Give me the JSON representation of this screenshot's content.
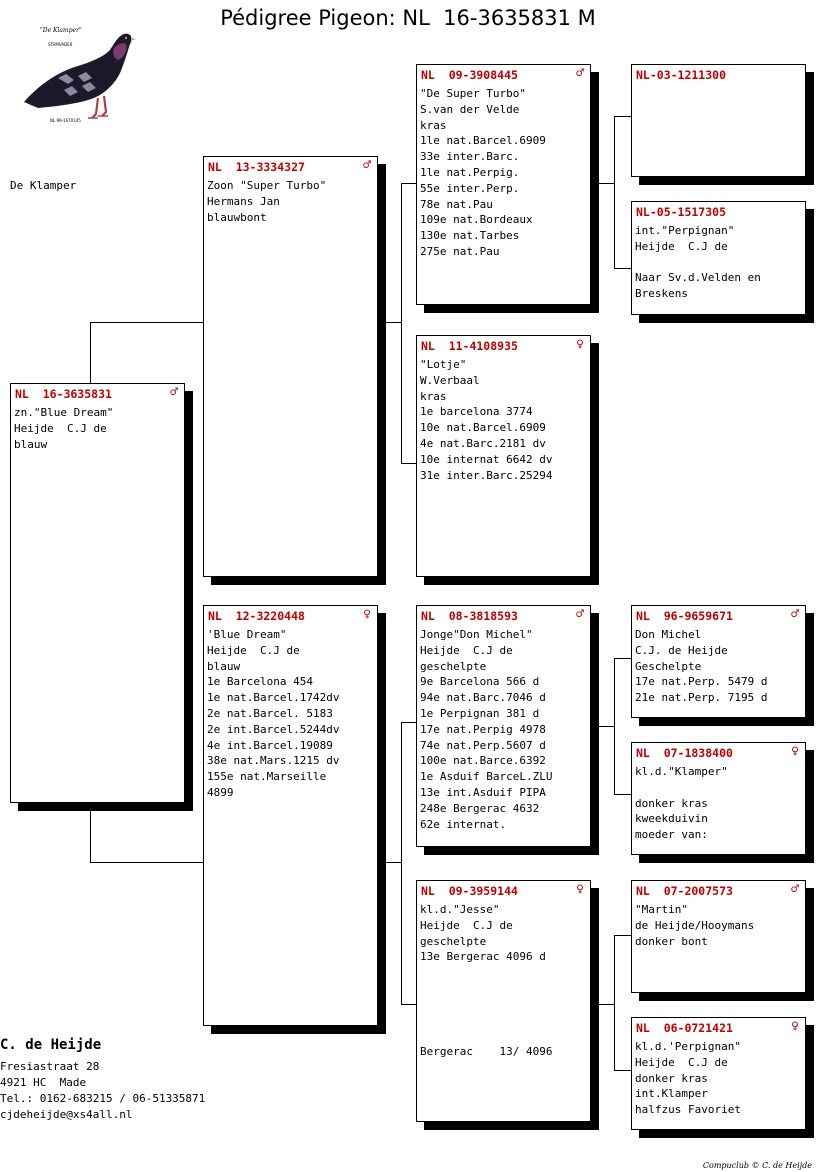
{
  "title": "Pédigree Pigeon: NL  16-3635831 M",
  "logo": {
    "name_text": "\"De Klamper\"",
    "sub_text": "STAMVADER",
    "ring_text": "NL 99-1670145"
  },
  "side_label": "De Klamper",
  "colors": {
    "header": "#c00000",
    "shadow": "#000000"
  },
  "boxes": {
    "main": {
      "ring": "NL  16-3635831",
      "sex": "♂",
      "lines": [
        "zn.\"Blue Dream\"",
        "Heijde  C.J de",
        "blauw"
      ]
    },
    "father": {
      "ring": "NL  13-3334327",
      "sex": "♂",
      "lines": [
        "Zoon \"Super Turbo\"",
        "Hermans Jan",
        "blauwbont"
      ]
    },
    "mother": {
      "ring": "NL  12-3220448",
      "sex": "♀",
      "lines": [
        "'Blue Dream\"",
        "Heijde  C.J de",
        "blauw",
        "1e Barcelona 454",
        "1e nat.Barcel.1742dv",
        "2e nat.Barcel. 5183",
        "2e int.Barcel.5244dv",
        "4e int.Barcel.19089",
        "38e nat.Mars.1215 dv",
        "155e nat.Marseille",
        "4899"
      ]
    },
    "ff": {
      "ring": "NL  09-3908445",
      "sex": "♂",
      "lines": [
        "\"De Super Turbo\"",
        "S.van der Velde",
        "kras",
        "1le nat.Barcel.6909",
        "33e inter.Barc.",
        "1le nat.Perpig.",
        "55e inter.Perp.",
        "78e nat.Pau",
        "109e nat.Bordeaux",
        "130e nat.Tarbes",
        "275e nat.Pau"
      ]
    },
    "fm": {
      "ring": "NL  11-4108935",
      "sex": "♀",
      "lines": [
        "\"Lotje\"",
        "W.Verbaal",
        "kras",
        "1e barcelona 3774",
        "10e nat.Barcel.6909",
        "4e nat.Barc.2181 dv",
        "10e internat 6642 dv",
        "31e inter.Barc.25294"
      ]
    },
    "mf": {
      "ring": "NL  08-3818593",
      "sex": "♂",
      "lines": [
        "Jonge\"Don Michel\"",
        "Heijde  C.J de",
        "geschelpte",
        "9e Barcelona 566 d",
        "94e nat.Barc.7046 d",
        "1e Perpignan 381 d",
        "17e nat.Perpig 4978",
        "74e nat.Perp.5607 d",
        "100e nat.Barce.6392",
        "1e Asduif BarceL.ZLU",
        "13e int.Asduif PIPA",
        "248e Bergerac 4632",
        "62e internat."
      ]
    },
    "mm": {
      "ring": "NL  09-3959144",
      "sex": "♀",
      "lines": [
        "kl.d.\"Jesse\"",
        "Heijde  C.J de",
        "geschelpte",
        "13e Bergerac 4096 d",
        "",
        "",
        "",
        "",
        "",
        "Bergerac    13/ 4096"
      ]
    },
    "fff": {
      "ring": "NL-03-1211300",
      "sex": "",
      "lines": []
    },
    "ffm": {
      "ring": "NL-05-1517305",
      "sex": "",
      "lines": [
        "int.\"Perpignan\"",
        "Heijde  C.J de",
        "",
        "Naar Sv.d.Velden en",
        "Breskens"
      ]
    },
    "mff": {
      "ring": "NL  96-9659671",
      "sex": "♂",
      "lines": [
        "Don Michel",
        "C.J. de Heijde",
        "Geschelpte",
        "17e nat.Perp. 5479 d",
        "21e nat.Perp. 7195 d"
      ]
    },
    "mfm": {
      "ring": "NL  07-1838400",
      "sex": "♀",
      "lines": [
        "kl.d.\"Klamper\"",
        "",
        "donker kras",
        "kweekduivin",
        "moeder van:"
      ]
    },
    "mmf": {
      "ring": "NL  07-2007573",
      "sex": "♂",
      "lines": [
        "\"Martin\"",
        "de Heijde/Hooymans",
        "donker bont"
      ]
    },
    "mmm": {
      "ring": "NL  06-0721421",
      "sex": "♀",
      "lines": [
        "kl.d.'Perpignan\"",
        "Heijde  C.J de",
        "donker kras",
        "int.Klamper",
        "halfzus Favoriet"
      ]
    }
  },
  "owner": {
    "name": "C. de Heijde",
    "street": "Fresiastraat 28",
    "city": "4921 HC  Made",
    "phone": "Tel.: 0162-683215 / 06-51335871",
    "email": "cjdeheijde@xs4all.nl"
  },
  "footer": "Compuclub © C. de Heijde"
}
